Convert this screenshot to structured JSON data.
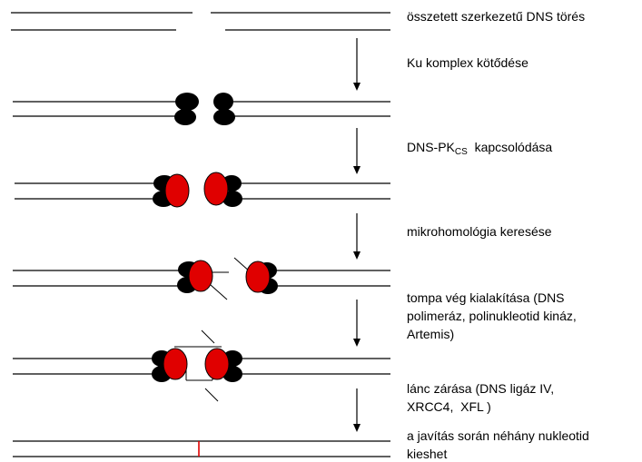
{
  "steps": [
    {
      "label": "összetett szerkezetű DNS törés"
    },
    {
      "label": "Ku komplex kötődése"
    },
    {
      "label_main": "DNS-PK",
      "label_sub": "CS",
      "label_rest": "  kapcsolódása"
    },
    {
      "label": "mikrohomológia  keresése"
    },
    {
      "lines": [
        "tompa vég kialakítása (DNS",
        "polimeráz, polinukleotid kináz,",
        "Artemis)"
      ]
    },
    {
      "lines": [
        "lánc zárása (DNS ligáz IV,",
        "XRCC4,  XFL )"
      ]
    },
    {
      "lines": [
        "a javítás során néhány nukleotid",
        "kieshet"
      ]
    }
  ],
  "colors": {
    "strand": "#000000",
    "ku_complex": "#000000",
    "dna_pkcs": "#e00000",
    "repair_mark": "#e00000"
  }
}
